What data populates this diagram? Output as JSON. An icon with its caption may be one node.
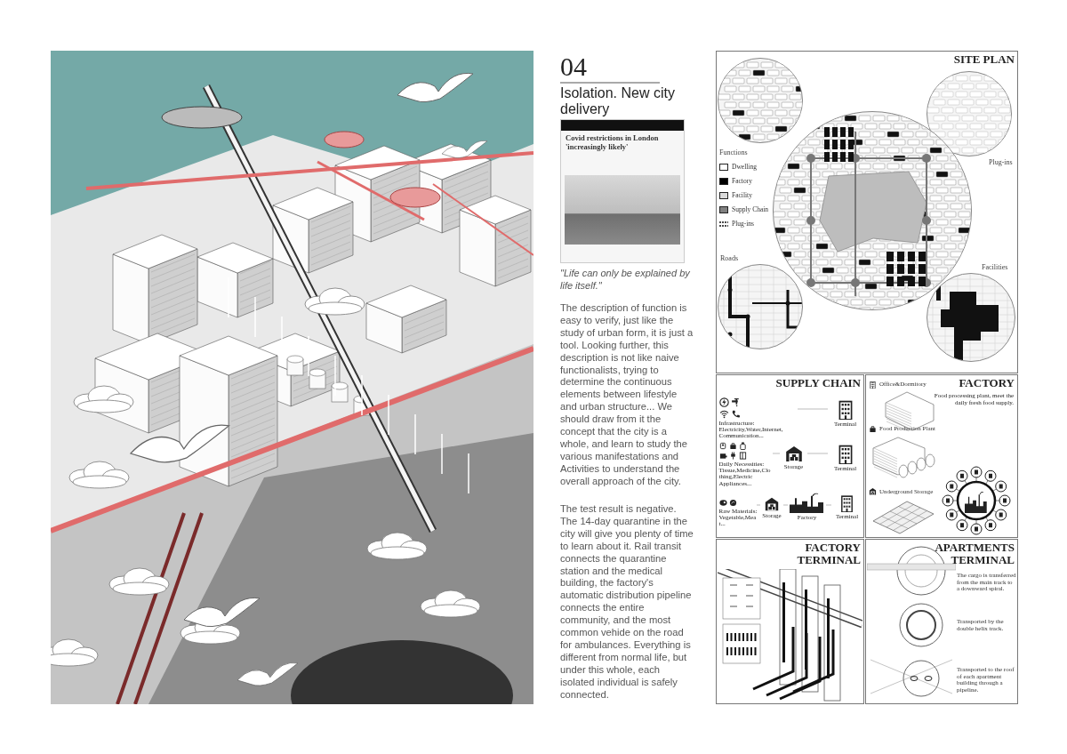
{
  "diagram": {
    "title": "Isolation. New city delivery",
    "nodes": [
      {
        "text": [
          "SITE PLAN"
        ]
      },
      {
        "text": [],
        "shape": "circle",
        "in": 0
      },
      {
        "text": [
          "Plug-ins"
        ],
        "in": 0
      },
      {
        "text": [],
        "shape": "circle",
        "in": 0
      },
      {
        "text": [
          "Roads"
        ],
        "in": 0
      },
      {
        "text": [
          "Facilities"
        ],
        "in": 0
      },
      {
        "text": [
          "SUPPLY CHAIN"
        ]
      },
      {
        "text": [
          "Infrastructure:",
          "Electricity,Water,Internet, Communication..."
        ],
        "in": 6
      },
      {
        "text": [
          "Terminal"
        ],
        "in": 6
      },
      {
        "text": [
          "Daily Necessities:",
          "Tissue,Medicine,Clothing,Electric Appliances..."
        ],
        "in": 6
      },
      {
        "text": [
          "Storage"
        ],
        "in": 6
      },
      {
        "text": [
          "Terminal"
        ],
        "in": 6
      },
      {
        "text": [
          "Raw Materials:",
          "Vegetable,Meat..."
        ],
        "in": 6
      },
      {
        "text": [
          "Storage"
        ],
        "in": 6
      },
      {
        "text": [
          "Factory"
        ],
        "in": 6
      },
      {
        "text": [
          "Terminal"
        ],
        "in": 6
      },
      {
        "text": [
          "FACTORY",
          "Food processing plant, meet the daily fresh food supply."
        ]
      },
      {
        "text": [
          "FACTORY TERMINAL"
        ]
      },
      {
        "text": [
          "APARTMENTS TERMINAL"
        ]
      }
    ],
    "edges": [
      {
        "from": 7,
        "to": 8,
        "arrow": "none"
      },
      {
        "from": 9,
        "to": 10,
        "arrow": "none"
      },
      {
        "from": 10,
        "to": 11,
        "arrow": "none"
      },
      {
        "from": 12,
        "to": 13,
        "arrow": "none"
      },
      {
        "from": 13,
        "to": 14,
        "arrow": "none"
      },
      {
        "from": 14,
        "to": 15,
        "arrow": "none"
      }
    ],
    "labels": [
      "04",
      "Covid restrictions in London 'increasingly likely'",
      "\"Life can only be explained by life itself.\"",
      "The description of function is easy to verify, just like the study of urban form, it is just a tool. Looking further, this description is not like naive functionalists, trying to determine the continuous elements between lifestyle and urban structure... We should draw from it the concept that the city is a whole, and learn to study the various manifestations and Activities to understand the overall approach of the city.",
      "The test result is negative. The 14-day quarantine in the city will give you plenty of time to learn about it. Rail transit connects the quarantine station and the medical building, the factory's automatic distribution pipeline connects the entire community, and the most common vehide on the road for ambulances. Everything is different from normal life, but under this whole, each isolated individual is safely connected.",
      "Functions",
      "Office&Dormitory",
      "Food Production Plant",
      "Underground Storage",
      "The cargo is transferred from the main track to a downward spiral.",
      "Transported by the double helix track.",
      "Transported to the roof of each apartment building through a pipeline."
    ],
    "legend": [
      {
        "text": "Dwelling",
        "color": "#ffffff"
      },
      {
        "text": "Factory",
        "color": "#000000"
      },
      {
        "text": "Facility",
        "color": "#d9d9d9"
      },
      {
        "text": "Supply Chain",
        "color": "#808080"
      },
      {
        "text": "Plug-ins"
      }
    ]
  }
}
